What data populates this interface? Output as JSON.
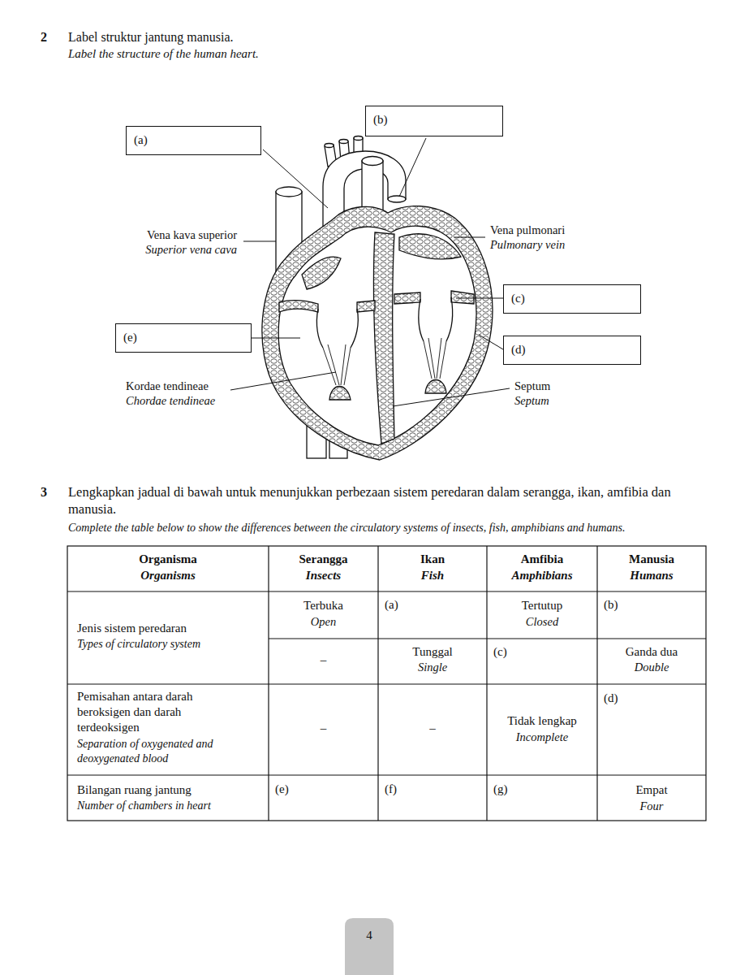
{
  "diagram": {
    "nodes": [
      {
        "text": [
          "(a)"
        ]
      },
      {
        "text": [
          "(b)"
        ]
      },
      {
        "text": [
          "(c)"
        ]
      },
      {
        "text": [
          "(e)"
        ]
      },
      {
        "text": [
          "(d)"
        ]
      }
    ],
    "labels": [
      "2",
      "Label struktur jantung manusia.",
      "Label the structure of the human heart.",
      "Vena kava superior",
      "Superior vena cava",
      "Vena pulmonari",
      "Pulmonary vein",
      "Kordae tendineae",
      "Chordae tendineae",
      "Septum",
      "Septum",
      "3",
      "Lengkapkan jadual di bawah untuk menunjukkan perbezaan sistem peredaran dalam serangga, ikan, amfibia dan manusia.",
      "Complete the table below to show the differences between the circulatory systems of insects, fish, amphibians and humans.",
      "Organisma",
      "Organisms",
      "Serangga",
      "Insects",
      "Ikan",
      "Fish",
      "Amfibia",
      "Amphibians",
      "Manusia",
      "Humans",
      "Jenis sistem peredaran",
      "Types of circulatory system",
      "Terbuka",
      "Open",
      "(a)",
      "Tertutup",
      "Closed",
      "(b)",
      "–",
      "Tunggal",
      "Single",
      "(c)",
      "Ganda dua",
      "Double",
      "Pemisahan antara darah beroksigen dan darah terdeoksigen",
      "Separation of oxygenated and deoxygenated blood",
      "–",
      "–",
      "Tidak lengkap",
      "Incomplete",
      "(d)",
      "Bilangan ruang jantung",
      "Number of chambers in heart",
      "(e)",
      "(f)",
      "(g)",
      "Empat",
      "Four",
      "4"
    ]
  }
}
